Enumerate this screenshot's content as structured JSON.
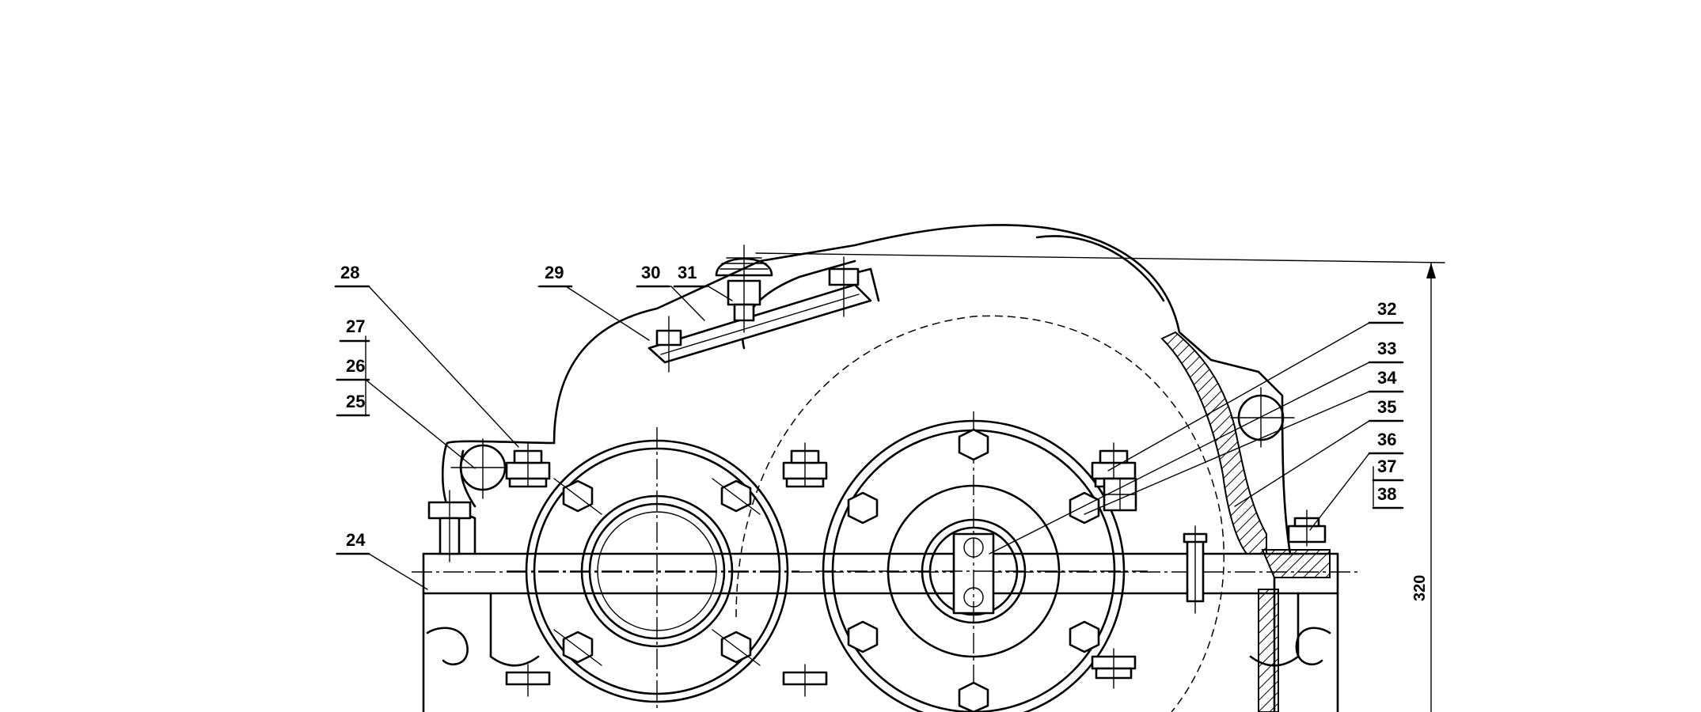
{
  "part_labels": {
    "l24": "24",
    "l25": "25",
    "l26": "26",
    "l27": "27",
    "l28": "28",
    "l29": "29",
    "l30": "30",
    "l31": "31",
    "l32": "32",
    "l33": "33",
    "l34": "34",
    "l35": "35",
    "l36": "36",
    "l37": "37",
    "l38": "38"
  },
  "dimensions": {
    "height": "320"
  }
}
